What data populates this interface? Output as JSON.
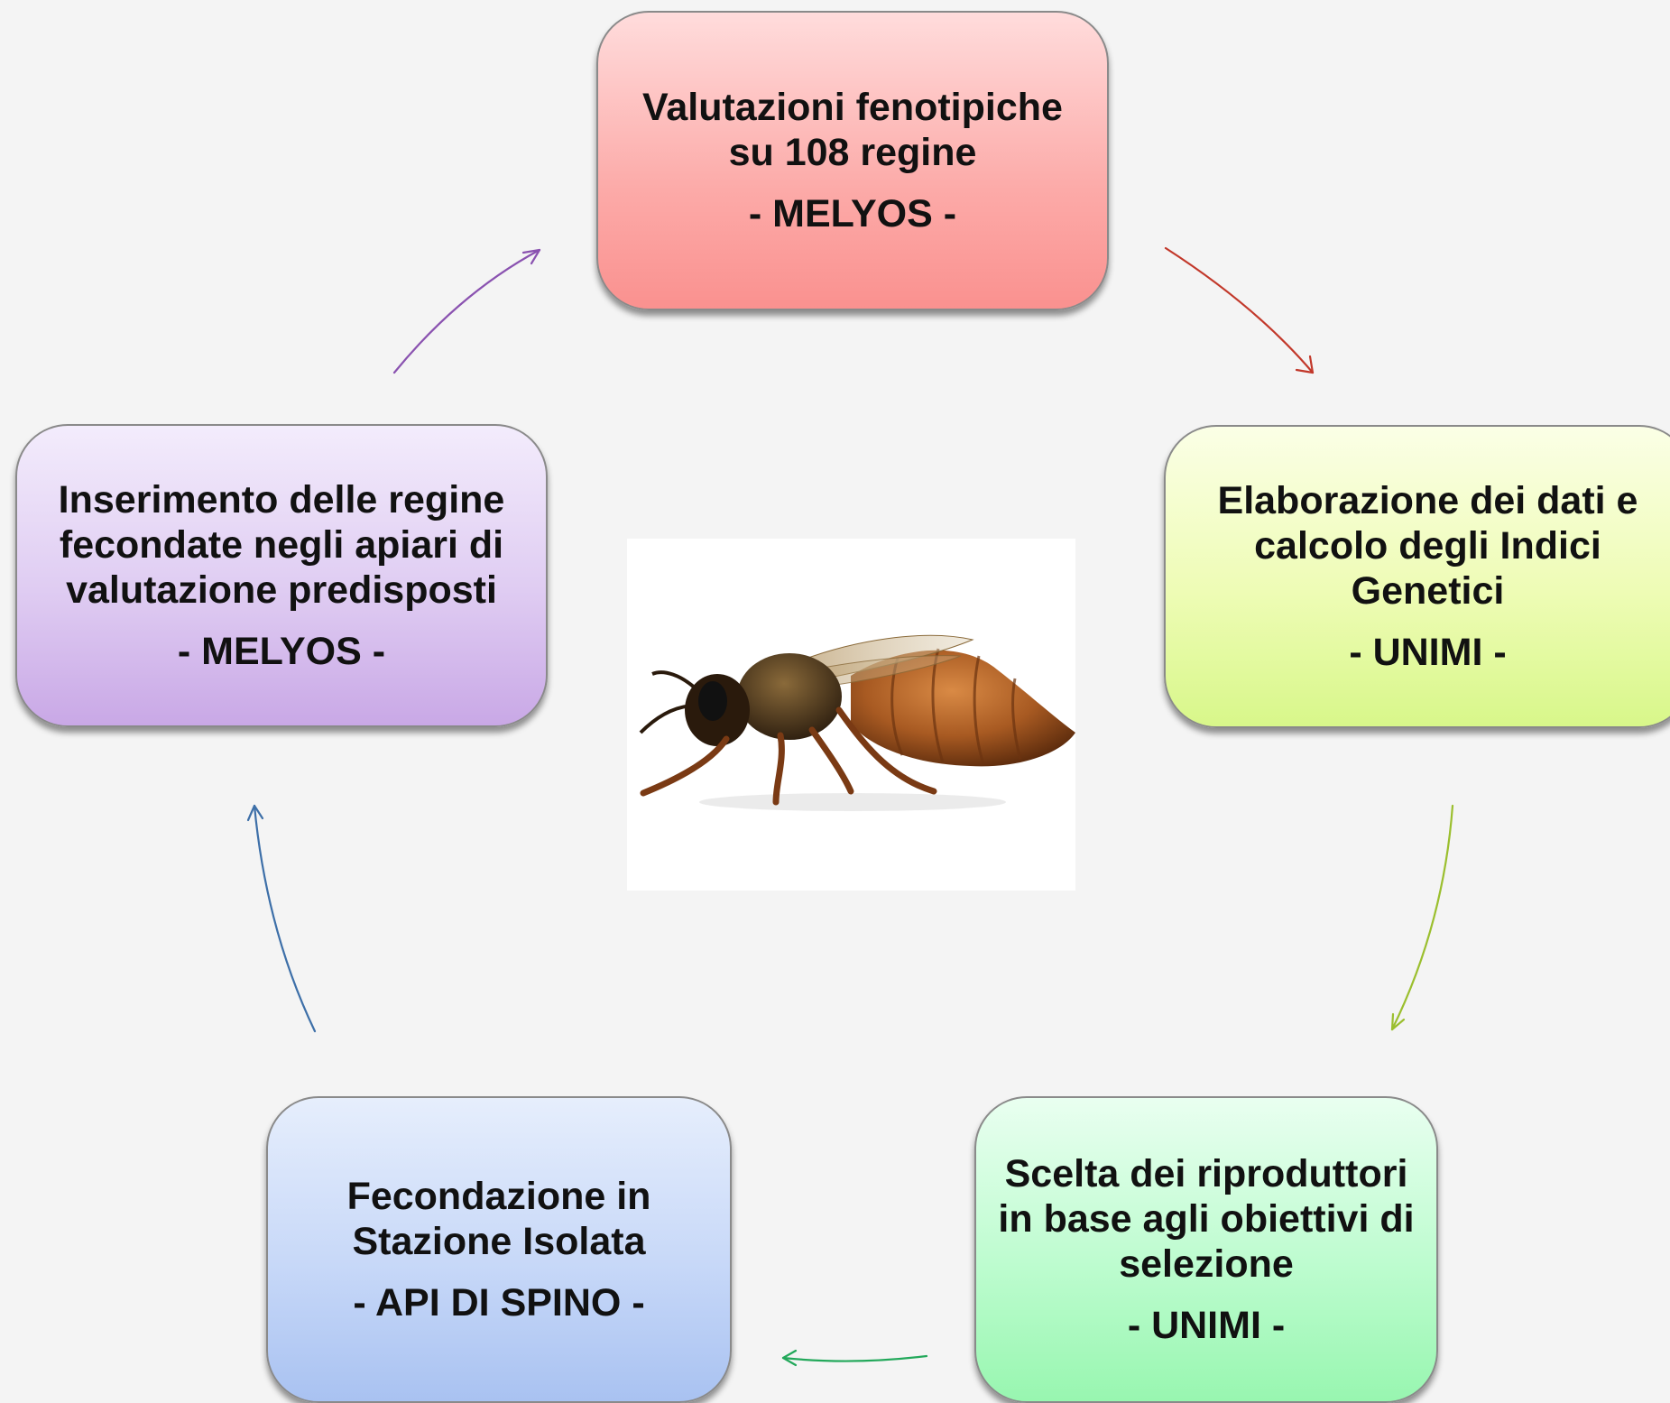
{
  "steps": [
    {
      "title": "Valutazioni fenotipiche su 108 regine",
      "org": "- MELYOS -",
      "color": "#fa918f"
    },
    {
      "title": "Elaborazione dei dati e calcolo degli Indici Genetici",
      "org": "- UNIMI -",
      "color": "#d8f78a"
    },
    {
      "title": "Scelta dei riproduttori in base agli obiettivi di selezione",
      "org": "- UNIMI -",
      "color": "#98f6b0"
    },
    {
      "title": "Fecondazione in Stazione Isolata",
      "org": "- API DI SPINO -",
      "color": "#a9c2f1"
    },
    {
      "title": "Inserimento delle regine fecondate negli apiari di valutazione predisposti",
      "org": "- MELYOS -",
      "color": "#c9a8e6"
    }
  ],
  "arrow_colors": [
    "#c2382a",
    "#9bbf2e",
    "#22a85a",
    "#3d6fa8",
    "#8a52b0"
  ],
  "center_image": "queen-bee-photo"
}
